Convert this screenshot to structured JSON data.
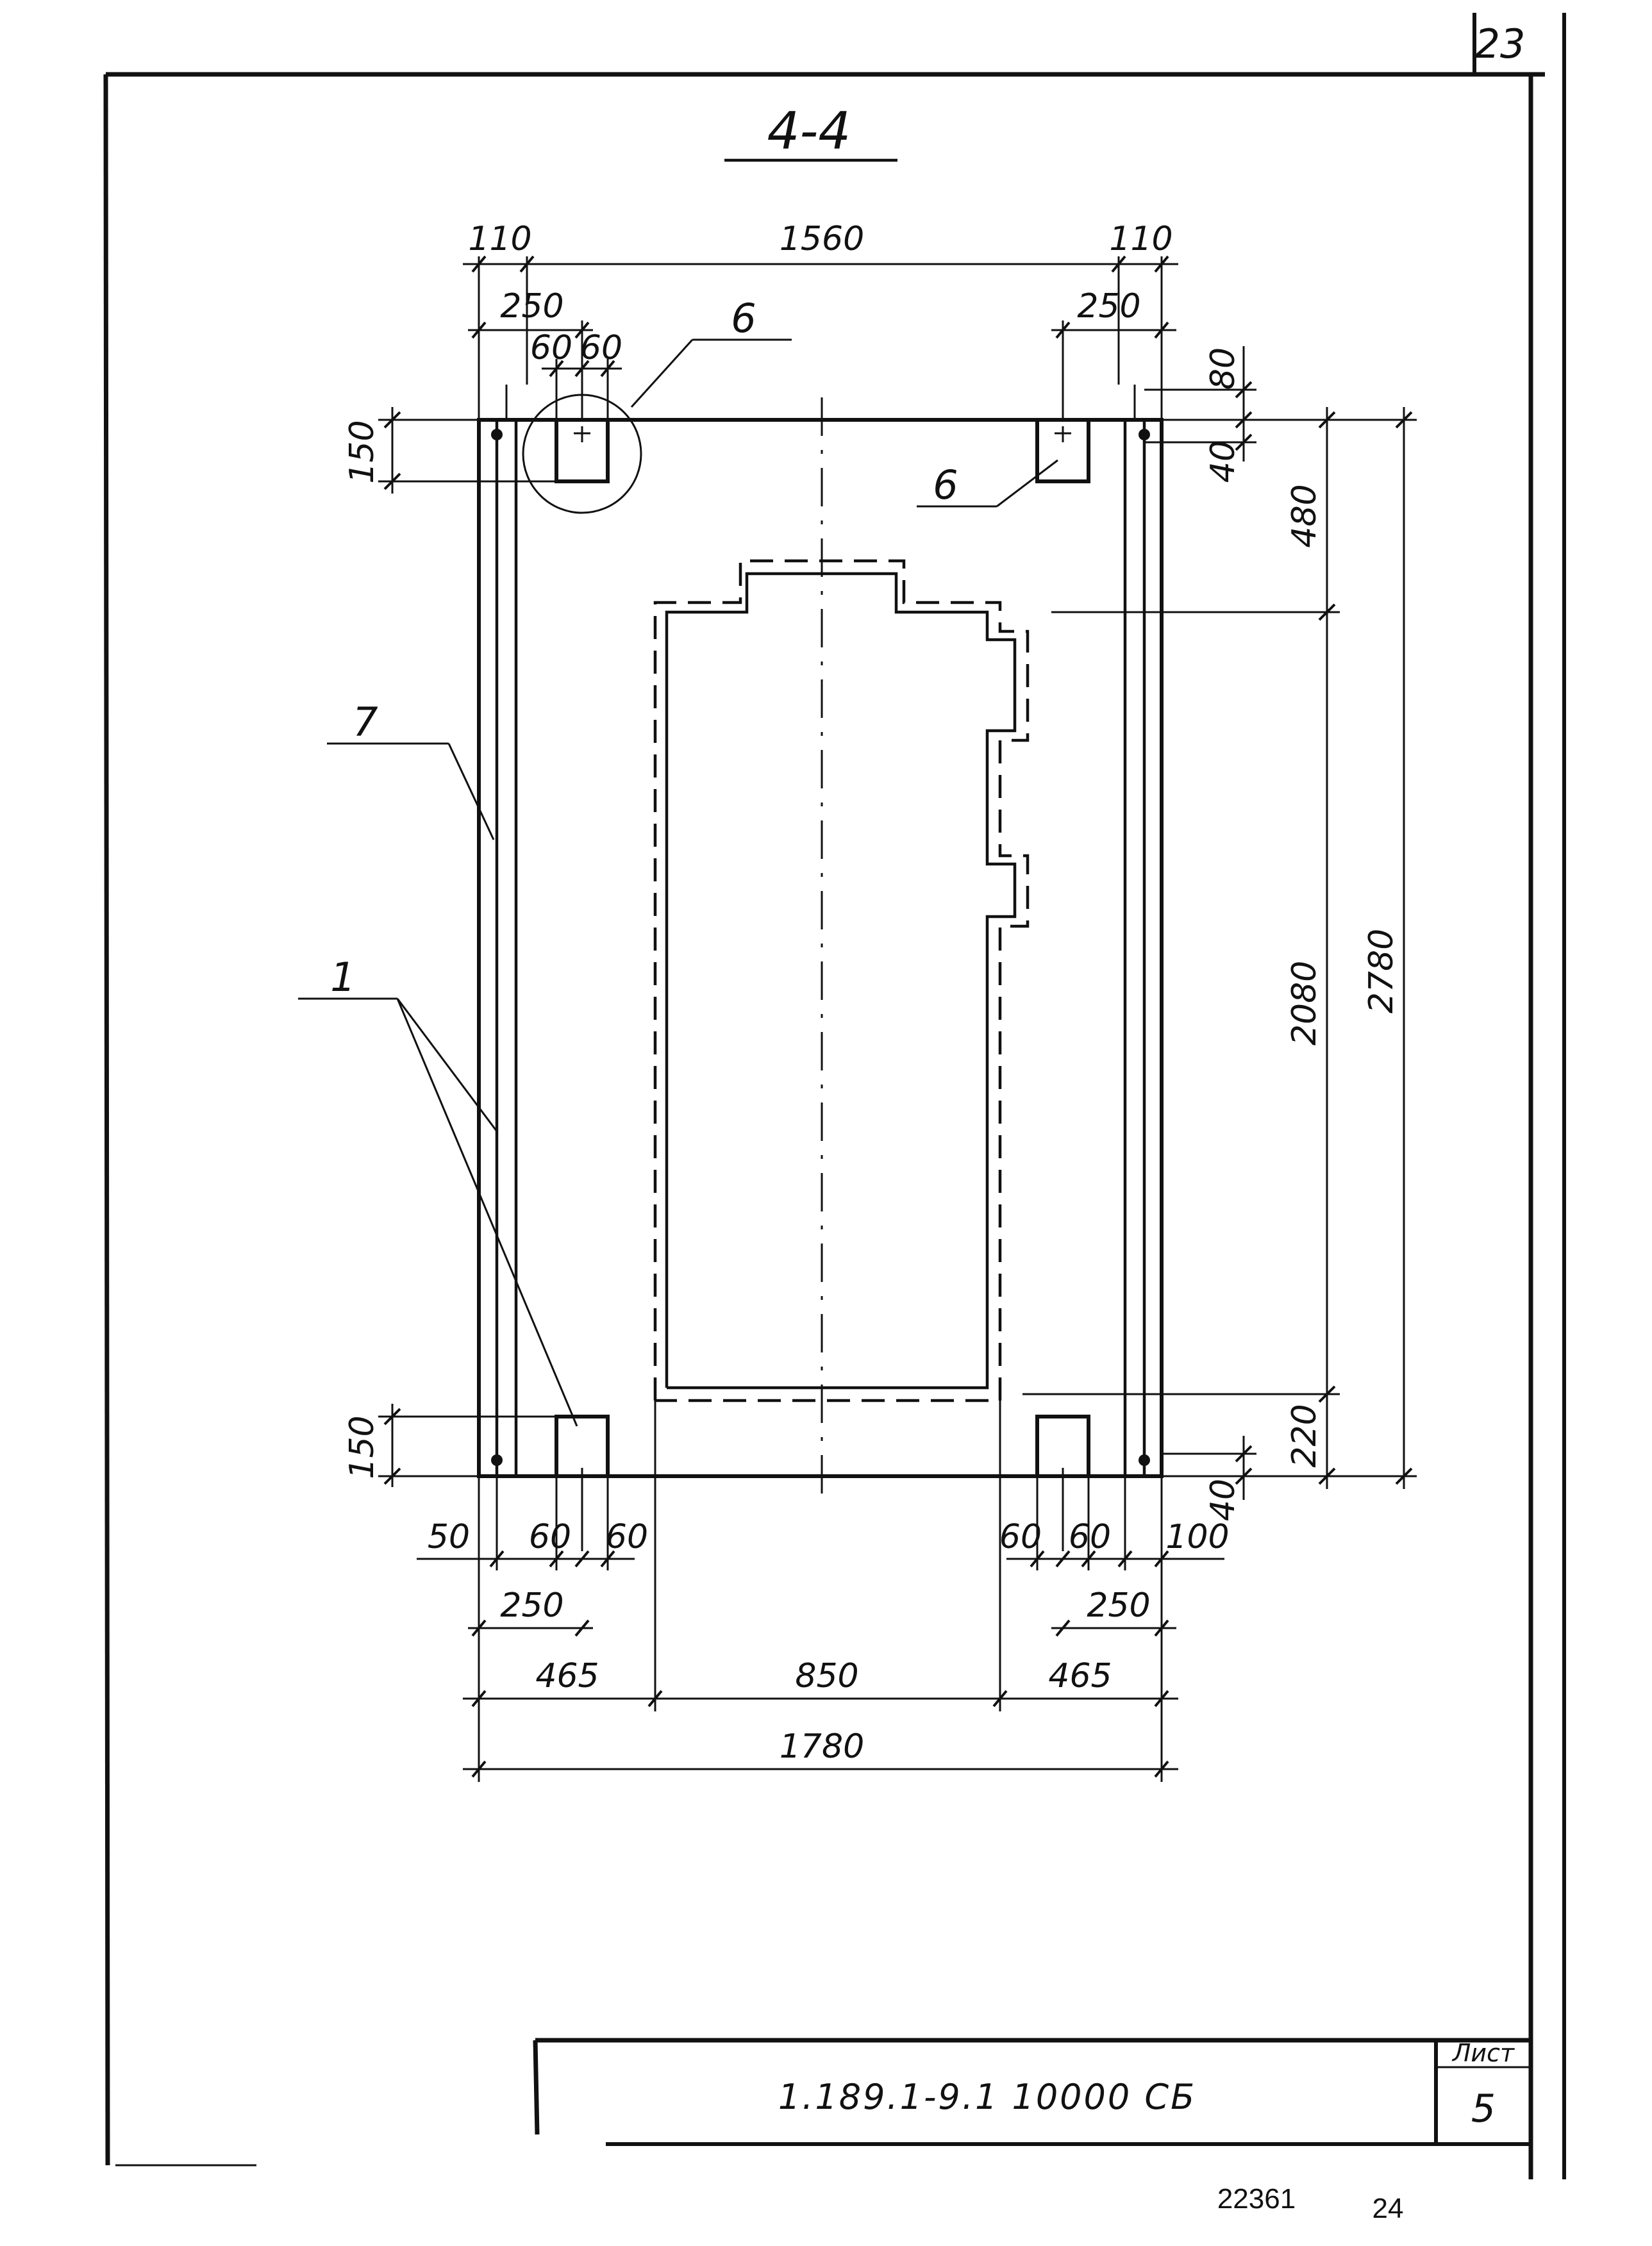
{
  "page_number_top": "23",
  "section_title": "4-4",
  "dimensions": {
    "top_edge_left": "110",
    "top_span": "1560",
    "top_edge_right": "110",
    "top_pocket_left": "250",
    "top_pocket_right": "250",
    "pocket_w1": "60",
    "pocket_w2": "60",
    "right_top_80": "80",
    "right_top_40": "40",
    "right_480": "480",
    "right_2080": "2080",
    "right_2780": "2780",
    "right_220": "220",
    "right_bottom_40": "40",
    "left_top_150": "150",
    "left_bottom_150": "150",
    "bottom_50": "50",
    "bottom_60_a": "60",
    "bottom_60_b": "60",
    "bottom_60_c": "60",
    "bottom_60_d": "60",
    "bottom_100": "100",
    "bottom_250_left": "250",
    "bottom_250_right": "250",
    "bottom_465_left": "465",
    "bottom_850": "850",
    "bottom_465_right": "465",
    "bottom_1780": "1780"
  },
  "callouts": {
    "item_6_top": "6",
    "item_6_right": "6",
    "item_7": "7",
    "item_1": "1"
  },
  "title_block": {
    "drawing_code": "1.189.1-9.1 10000 СБ",
    "sheet_label": "Лист",
    "sheet_number": "5"
  },
  "footer": {
    "archive_number": "22361",
    "page_number": "24"
  }
}
